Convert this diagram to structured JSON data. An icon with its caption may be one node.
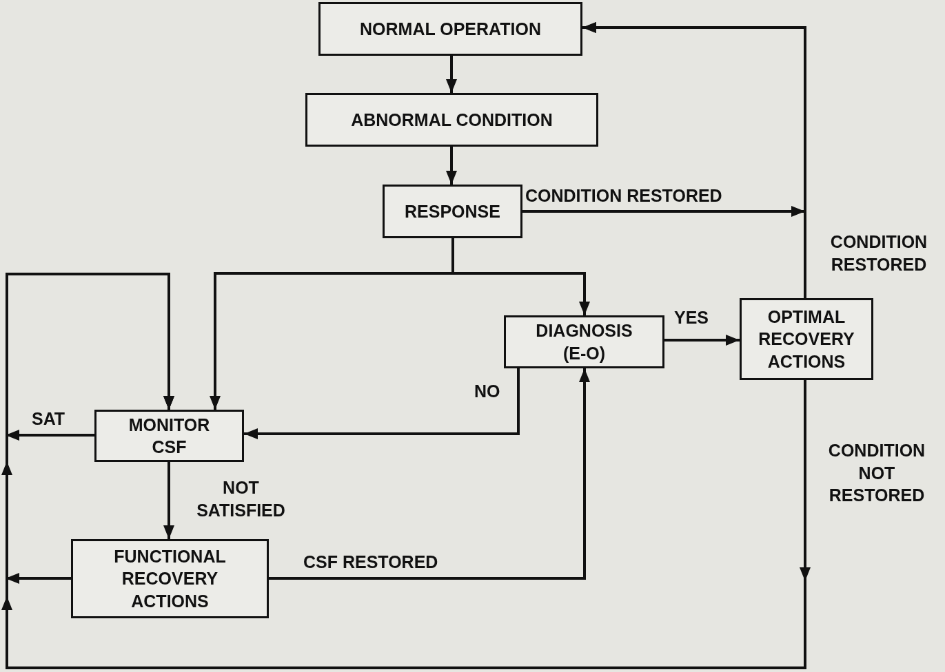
{
  "diagram": {
    "nodes": [
      {
        "text": [
          "NORMAL OPERATION"
        ]
      },
      {
        "text": [
          "ABNORMAL CONDITION"
        ]
      },
      {
        "text": [
          "RESPONSE"
        ]
      },
      {
        "text": [
          "DIAGNOSIS (E-O)"
        ]
      },
      {
        "text": [
          "OPTIMAL RECOVERY ACTIONS"
        ]
      },
      {
        "text": [
          "MONITOR CSF"
        ]
      },
      {
        "text": [
          "FUNCTIONAL RECOVERY ACTIONS"
        ]
      }
    ],
    "edges": [
      {
        "from": 0,
        "to": 1,
        "arrow": "to"
      },
      {
        "from": 1,
        "to": 2,
        "arrow": "to"
      },
      {
        "from": 2,
        "to": 0,
        "arrow": "to",
        "label": "CONDITION RESTORED"
      },
      {
        "from": 4,
        "to": 0,
        "arrow": "to",
        "label": "CONDITION RESTORED"
      },
      {
        "from": 2,
        "to": 5,
        "arrow": "to"
      },
      {
        "from": 2,
        "to": 3,
        "arrow": "to"
      },
      {
        "from": 3,
        "to": 4,
        "arrow": "to",
        "label": "YES"
      },
      {
        "from": 3,
        "to": 5,
        "arrow": "to",
        "label": "NO"
      },
      {
        "from": 5,
        "to": 5,
        "arrow": "to",
        "label": "SAT"
      },
      {
        "from": 5,
        "to": 6,
        "arrow": "to",
        "label": "NOT SATISFIED"
      },
      {
        "from": 6,
        "to": 3,
        "arrow": "to",
        "label": "CSF RESTORED"
      },
      {
        "from": 6,
        "to": 5,
        "arrow": "to"
      },
      {
        "from": 4,
        "to": 5,
        "arrow": "to",
        "label": "CONDITION NOT RESTORED"
      }
    ]
  }
}
